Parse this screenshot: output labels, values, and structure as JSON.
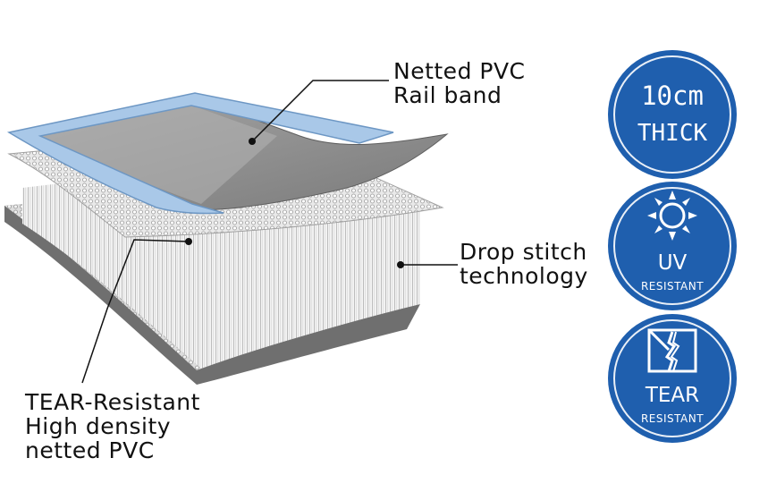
{
  "callouts": {
    "rail_band": [
      "Netted PVC",
      "Rail band"
    ],
    "drop_stitch": [
      "Drop stitch",
      "technology"
    ],
    "tear_resistant": [
      "TEAR-Resistant",
      "High density",
      "netted PVC"
    ]
  },
  "badges": {
    "thickness": {
      "line1": "10cm",
      "line2": "THICK"
    },
    "uv": {
      "line1": "UV",
      "line2": "RESISTANT",
      "icon": "sun-icon"
    },
    "tear": {
      "line1": "TEAR",
      "line2": "RESISTANT",
      "icon": "torn-fabric-icon"
    }
  },
  "colors": {
    "badge_blue": "#1f5fae",
    "rail_band_blue": "#a9c8e8",
    "pvc_gray": "#8c8c8c"
  }
}
